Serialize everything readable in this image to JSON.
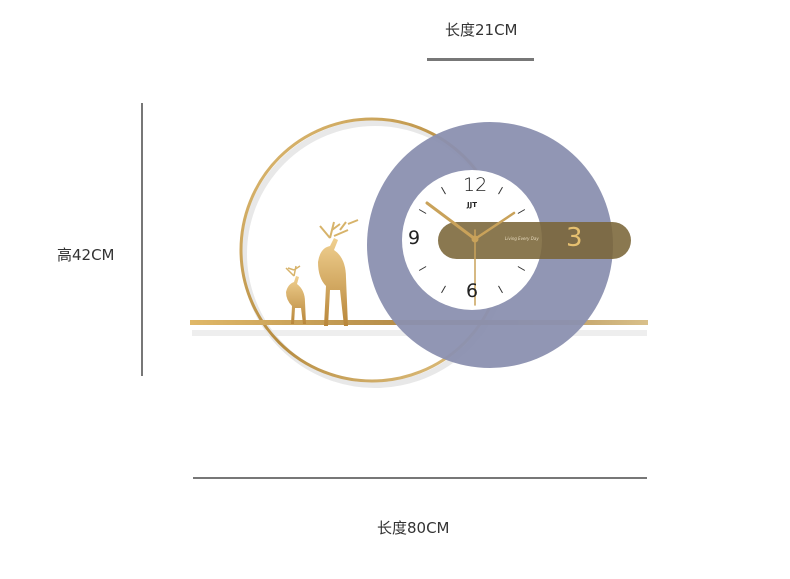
{
  "dimensions": {
    "width_top": "长度21CM",
    "height": "高42CM",
    "width_bottom": "长度80CM"
  },
  "clock": {
    "numerals": [
      "12",
      "9",
      "6",
      "3"
    ],
    "brand": "JJT",
    "script_text": "Living Every Day"
  },
  "colors": {
    "gold": "#c9a25a",
    "purple_disc": "#8b90b0",
    "brown_bar": "#7a6538",
    "dimension_line": "#777777"
  }
}
